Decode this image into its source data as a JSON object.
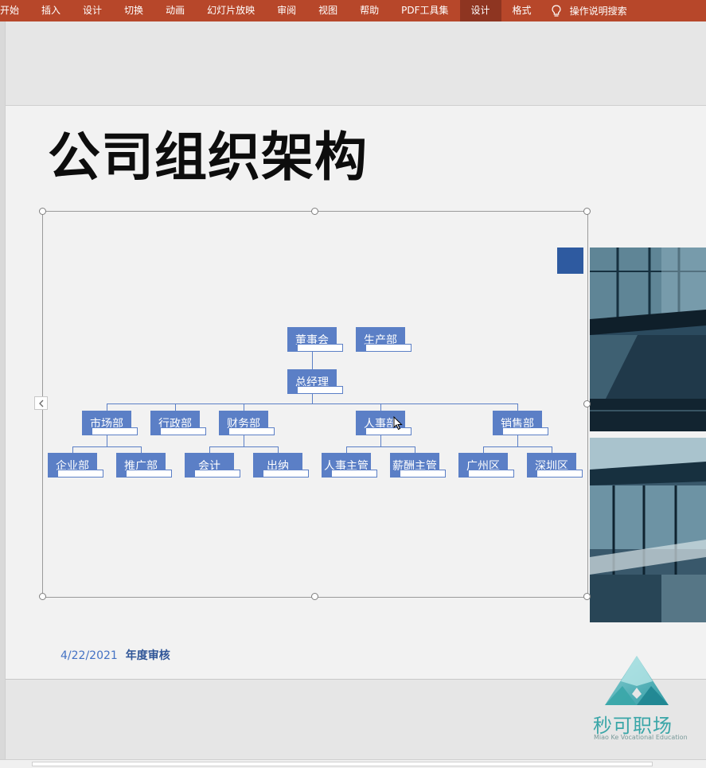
{
  "ribbon": {
    "tabs": [
      {
        "label": "开始"
      },
      {
        "label": "插入"
      },
      {
        "label": "设计"
      },
      {
        "label": "切换"
      },
      {
        "label": "动画"
      },
      {
        "label": "幻灯片放映"
      },
      {
        "label": "审阅"
      },
      {
        "label": "视图"
      },
      {
        "label": "帮助"
      },
      {
        "label": "PDF工具集"
      },
      {
        "label": "设计"
      },
      {
        "label": "格式"
      }
    ],
    "active_tab_index": 10,
    "search_label": "操作说明搜索",
    "color": "#b7472a"
  },
  "slide": {
    "title": "公司组织架构",
    "footer_date": "4/22/2021",
    "footer_text": "年度审核"
  },
  "org": {
    "board": "董事会",
    "production": "生产部",
    "gm": "总经理",
    "departments": [
      "市场部",
      "行政部",
      "财务部",
      "人事部",
      "销售部"
    ],
    "teams": [
      "企业部",
      "推广部",
      "会计",
      "出纳",
      "人事主管",
      "薪酬主管",
      "广州区",
      "深圳区"
    ],
    "node_color": "#5b7fc6"
  },
  "brand": {
    "name": "秒可职场",
    "tagline": "Miao Ke Vocational Education"
  }
}
